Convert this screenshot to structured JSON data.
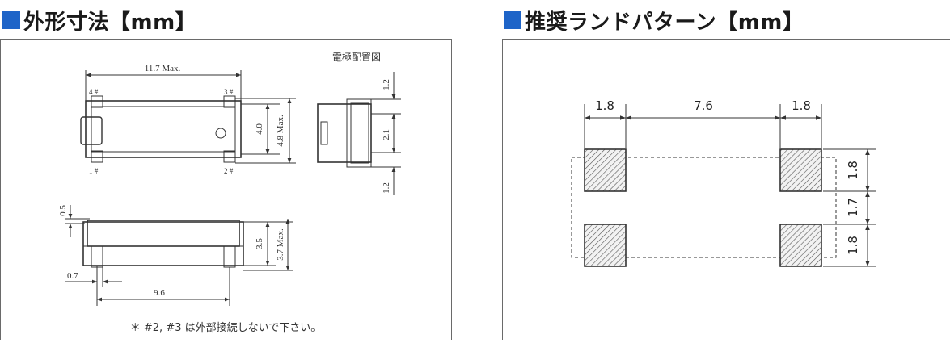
{
  "headings": {
    "left": "外形寸法【mm】",
    "right": "推奨ランドパターン【mm】"
  },
  "outline": {
    "electrode_title": "電極配置図",
    "top_width": "11.7 Max.",
    "pin_labels": [
      "4 #",
      "3 #",
      "1 #",
      "2 #"
    ],
    "body_height_inner": "4.0",
    "body_height_max": "4.8 Max.",
    "side_dims": [
      "1.2",
      "2.1",
      "1.2"
    ],
    "front_top": "0.5",
    "front_height_inner": "3.5",
    "front_height_max": "3.7 Max.",
    "front_lead": "0.7",
    "front_pitch": "9.6",
    "note": "＊ #2, #3 は外部接続しないで下さい。"
  },
  "land": {
    "horizontal": [
      "1.8",
      "7.6",
      "1.8"
    ],
    "vertical": [
      "1.8",
      "1.7",
      "1.8"
    ]
  },
  "colors": {
    "accent": "#1e64c8",
    "line": "#333333",
    "border": "#6a6a6a"
  }
}
